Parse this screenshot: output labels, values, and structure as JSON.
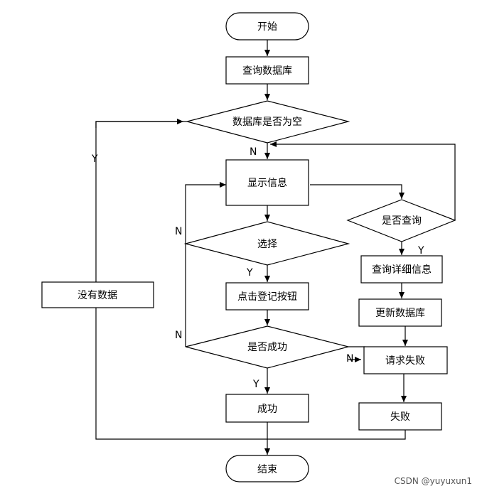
{
  "nodes": {
    "start": "开始",
    "query_db": "查询数据库",
    "db_empty": "数据库是否为空",
    "show_info": "显示信息",
    "is_query": "是否查询",
    "select": "选择",
    "query_detail": "查询详细信息",
    "click_register": "点击登记按钮",
    "update_db": "更新数据库",
    "no_data": "没有数据",
    "is_success": "是否成功",
    "request_fail": "请求失败",
    "success": "成功",
    "fail": "失败",
    "end": "结束"
  },
  "edge_labels": {
    "db_empty_yes": "Y",
    "db_empty_no": "N",
    "select_no": "N",
    "select_yes": "Y",
    "is_query_yes": "Y",
    "is_success_no_left": "N",
    "is_success_no_right": "N",
    "is_success_yes": "Y"
  },
  "watermark": "CSDN @yuyuxun1"
}
